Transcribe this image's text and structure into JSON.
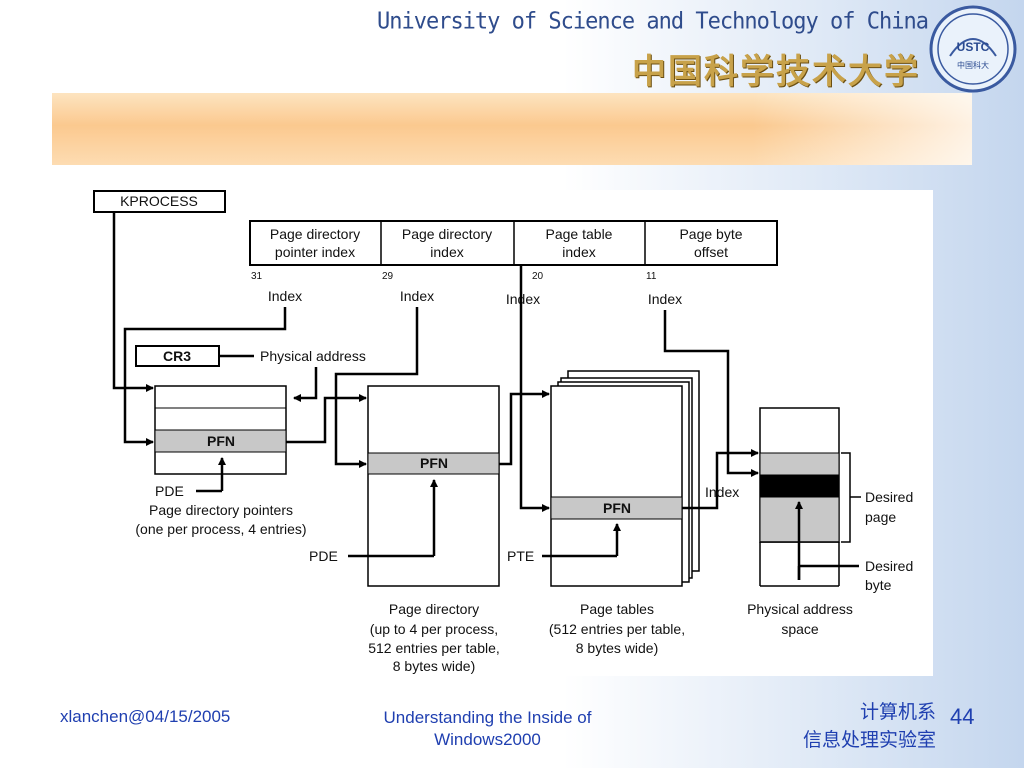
{
  "header": {
    "university_en": "University of Science and Technology of China",
    "university_cn": "中国科学技术大学",
    "logo_text": "USTC",
    "logo_sub": "中国科大"
  },
  "diagram": {
    "kprocess": "KPROCESS",
    "cr3": "CR3",
    "physical_address": "Physical address",
    "va_fields": [
      {
        "line1": "Page directory",
        "line2": "pointer index",
        "bit": "31"
      },
      {
        "line1": "Page directory",
        "line2": "index",
        "bit": "29"
      },
      {
        "line1": "Page table",
        "line2": "index",
        "bit": "20"
      },
      {
        "line1": "Page byte",
        "line2": "offset",
        "bit": "11"
      }
    ],
    "index_label": "Index",
    "pfn": "PFN",
    "pde": "PDE",
    "pte": "PTE",
    "pointers_caption": [
      "Page directory pointers",
      "(one per process, 4 entries)"
    ],
    "directory_caption": [
      "Page directory",
      "(up to 4 per process,",
      "512 entries per table,",
      "8 bytes wide)"
    ],
    "tables_caption": [
      "Page tables",
      "(512 entries per table,",
      "8 bytes wide)"
    ],
    "physical_caption": [
      "Physical address",
      "space"
    ],
    "desired_page": [
      "Desired",
      "page"
    ],
    "desired_byte": [
      "Desired",
      "byte"
    ]
  },
  "footer": {
    "author": "xlanchen@04/15/2005",
    "title_line1": "Understanding the Inside of",
    "title_line2": "Windows2000",
    "dept_line1": "计算机系",
    "dept_line2": "信息处理实验室",
    "page": "44"
  }
}
